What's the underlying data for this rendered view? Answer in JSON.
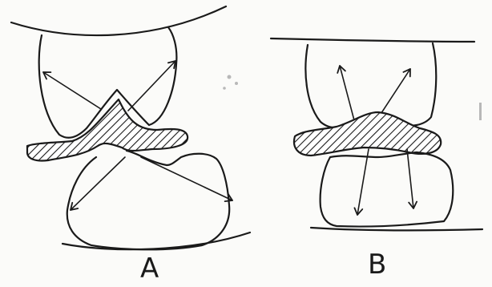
{
  "panels": [
    {
      "id": "A",
      "label": "A"
    },
    {
      "id": "B",
      "label": "B"
    }
  ]
}
